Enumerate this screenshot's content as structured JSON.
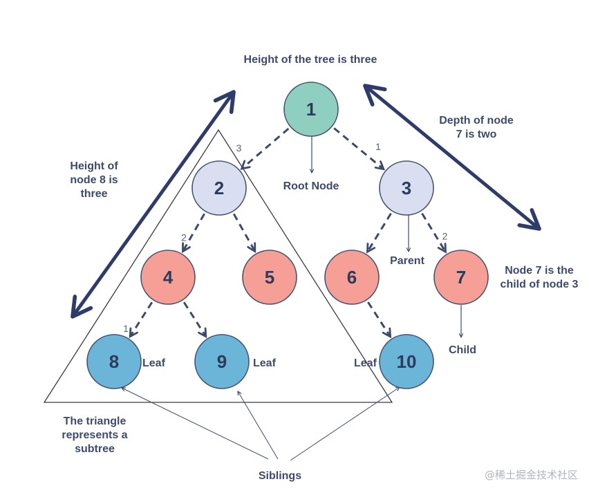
{
  "colors": {
    "ink": "#3d4a6b",
    "root_fill": "#8fcfbf",
    "internal_fill": "#d9def0",
    "mid_fill": "#f59f96",
    "leaf_fill": "#6bb5d9",
    "node_stroke": "#46526e",
    "arrow_bold": "#2d3c68"
  },
  "nodes": [
    {
      "id": "1",
      "label": "1",
      "kind": "root"
    },
    {
      "id": "2",
      "label": "2",
      "kind": "internal"
    },
    {
      "id": "3",
      "label": "3",
      "kind": "internal"
    },
    {
      "id": "4",
      "label": "4",
      "kind": "mid"
    },
    {
      "id": "5",
      "label": "5",
      "kind": "mid"
    },
    {
      "id": "6",
      "label": "6",
      "kind": "mid"
    },
    {
      "id": "7",
      "label": "7",
      "kind": "mid"
    },
    {
      "id": "8",
      "label": "8",
      "kind": "leaf"
    },
    {
      "id": "9",
      "label": "9",
      "kind": "leaf"
    },
    {
      "id": "10",
      "label": "10",
      "kind": "leaf"
    }
  ],
  "edges": [
    {
      "from": "1",
      "to": "2",
      "label": "3"
    },
    {
      "from": "1",
      "to": "3",
      "label": "1"
    },
    {
      "from": "2",
      "to": "4",
      "label": "2"
    },
    {
      "from": "2",
      "to": "5",
      "label": ""
    },
    {
      "from": "3",
      "to": "6",
      "label": ""
    },
    {
      "from": "3",
      "to": "7",
      "label": "2"
    },
    {
      "from": "4",
      "to": "8",
      "label": "1"
    },
    {
      "from": "4",
      "to": "9",
      "label": ""
    },
    {
      "from": "6",
      "to": "10",
      "label": ""
    }
  ],
  "labels": {
    "title": "Height of the tree is three",
    "depth_line1": "Depth of node",
    "depth_line2": "7 is two",
    "height8_line1": "Height of",
    "height8_line2": "node 8 is",
    "height8_line3": "three",
    "root_node": "Root Node",
    "parent": "Parent",
    "child_line1": "Node 7 is the",
    "child_line2": "child of node 3",
    "child": "Child",
    "leaf_8": "Leaf",
    "leaf_9": "Leaf",
    "leaf_10": "Leaf",
    "triangle_line1": "The triangle",
    "triangle_line2": "represents a",
    "triangle_line3": "subtree",
    "siblings": "Siblings"
  },
  "watermark": "@稀土掘金技术社区"
}
